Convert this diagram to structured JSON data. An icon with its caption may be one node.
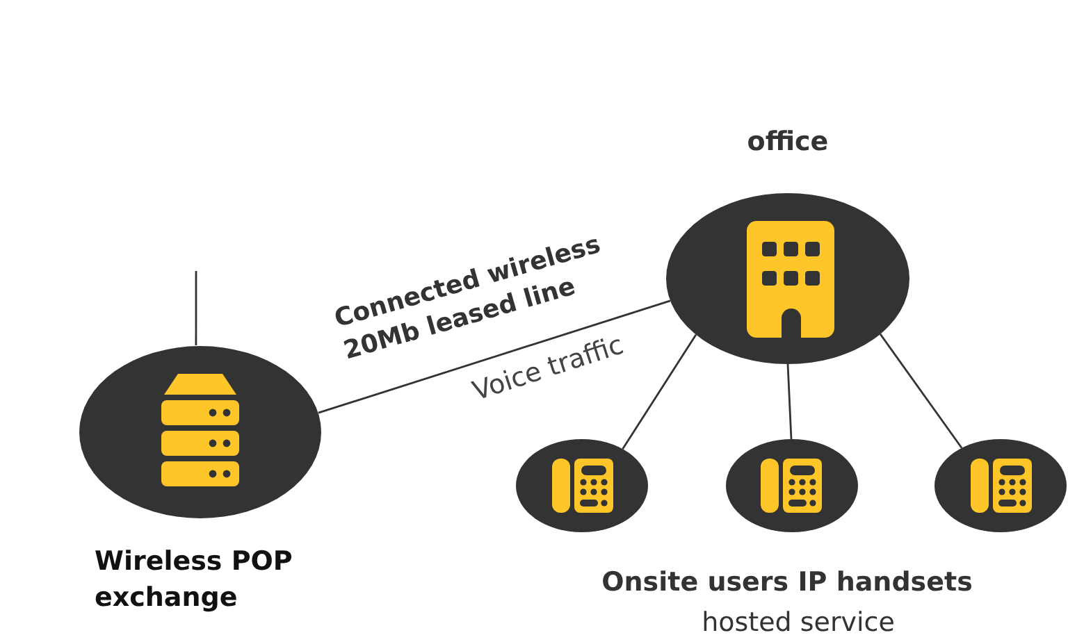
{
  "diagram": {
    "nodes": [
      {
        "text": [
          "Wireless POP exchange"
        ]
      },
      {
        "text": [
          "office"
        ]
      },
      {
        "text": [],
        "shape": "circle"
      },
      {
        "text": [],
        "shape": "circle"
      },
      {
        "text": [],
        "shape": "circle"
      }
    ],
    "edges": [
      {
        "from": null,
        "to": 0,
        "arrow": "none"
      },
      {
        "from": 0,
        "to": 1,
        "arrow": "none",
        "label": "Connected wireless 20Mb leased line"
      },
      {
        "from": 1,
        "to": 2,
        "arrow": "none"
      },
      {
        "from": 1,
        "to": 3,
        "arrow": "none"
      },
      {
        "from": 1,
        "to": 4,
        "arrow": "none"
      }
    ],
    "labels": [
      "Voice traffic",
      "Onsite users IP handsets",
      "hosted service"
    ]
  }
}
